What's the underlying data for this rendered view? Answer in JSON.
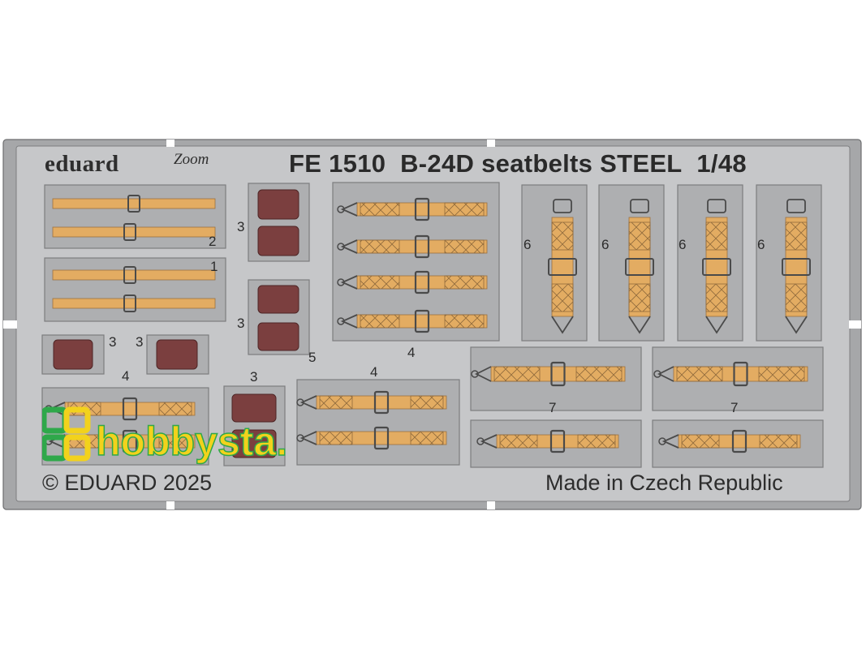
{
  "brand": {
    "name": "eduard",
    "zoom": "Zoom"
  },
  "title": {
    "code": "FE 1510",
    "name": "B-24D seatbelts STEEL",
    "scale": "1/48"
  },
  "footer": {
    "copyright": "© EDUARD 2025",
    "origin": "Made in Czech Republic"
  },
  "watermark": {
    "text": "hobbysta.pl"
  },
  "part_labels": {
    "p1": "1",
    "p2": "2",
    "p3a": "3",
    "p3b": "3",
    "p3c": "3",
    "p3d": "3",
    "p3e": "3",
    "p4a": "4",
    "p4b": "4",
    "p4c": "4",
    "p5": "5",
    "p6a": "6",
    "p6b": "6",
    "p6c": "6",
    "p6d": "6",
    "p7a": "7",
    "p7b": "7"
  },
  "colors": {
    "fret": "#c4c5c7",
    "frame": "#a7a8aa",
    "pocket": "#aeafb1",
    "strap": "#e3ac62",
    "pad": "#7b3f3f",
    "metal": "#4a4a4a",
    "watermark_green": "#2fa84a",
    "watermark_yellow": "#f2d21c"
  }
}
